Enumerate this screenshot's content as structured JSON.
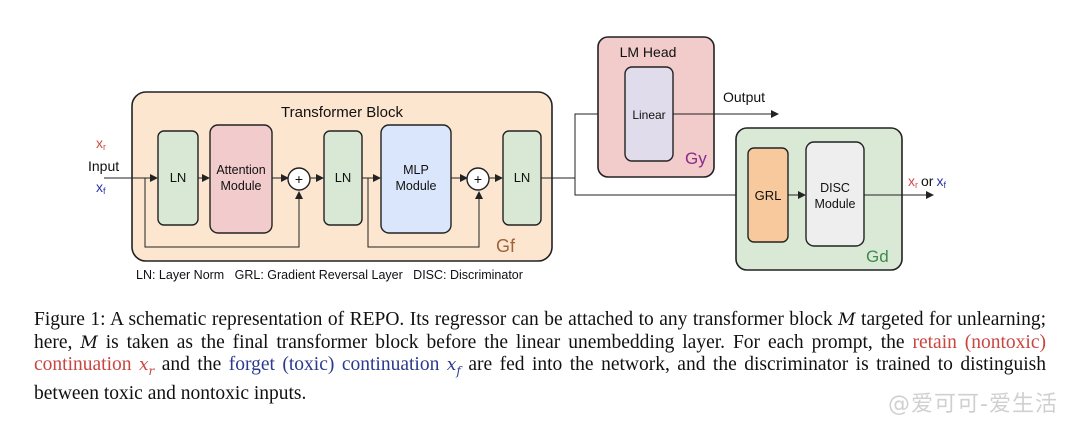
{
  "diagram": {
    "inputs": {
      "label": "Input",
      "xr": "x",
      "xr_sub": "r",
      "xf": "x",
      "xf_sub": "f"
    },
    "transformer_block": {
      "title": "Transformer Block",
      "tag": "Gf",
      "ln1": "LN",
      "attention": [
        "Attention",
        "Module"
      ],
      "plus1": "+",
      "ln2": "LN",
      "mlp": [
        "MLP",
        "Module"
      ],
      "plus2": "+",
      "ln3": "LN"
    },
    "lm_head": {
      "title": "LM Head",
      "linear": "Linear",
      "tag": "Gy",
      "output": "Output"
    },
    "discriminator": {
      "grl": "GRL",
      "disc": [
        "DISC",
        "Module"
      ],
      "tag": "Gd",
      "out_or": "or"
    },
    "legend": "LN: Layer Norm   GRL: Gradient Reversal Layer   DISC: Discriminator",
    "colors": {
      "transformer_bg": "#fce6cf",
      "ln_bg": "#d8e8d4",
      "attention_bg": "#f2cccc",
      "mlp_bg": "#d9e6fb",
      "lmhead_bg": "#f2cbcb",
      "linear_bg": "#e0dcec",
      "disc_group_bg": "#d9e9d5",
      "grl_bg": "#f7c99c",
      "disc_bg": "#eeeeee",
      "gf": "#a0643c",
      "gy": "#8b2a8b",
      "gd": "#3f8a4f",
      "xr": "#d04a40",
      "xf": "#2a32a8"
    }
  },
  "caption": {
    "prefix": "Figure 1: A schematic representation of REPO. Its regressor can be attached to any transformer block ",
    "M1": "M",
    "mid1": " targeted for unlearning; here, ",
    "M2": "M",
    "mid2": " is taken as the final transformer block before the linear unembedding layer. For each prompt, the ",
    "retain": "retain (nontoxic) continuation ",
    "xr": "x",
    "xr_sub": "r",
    "and_the": " and the ",
    "forget": "forget (toxic) continuation ",
    "xf": "x",
    "xf_sub": "f",
    "suffix": " are fed into the network, and the discriminator is trained to distinguish between toxic and nontoxic inputs."
  },
  "watermark": "@爱可可-爱生活"
}
